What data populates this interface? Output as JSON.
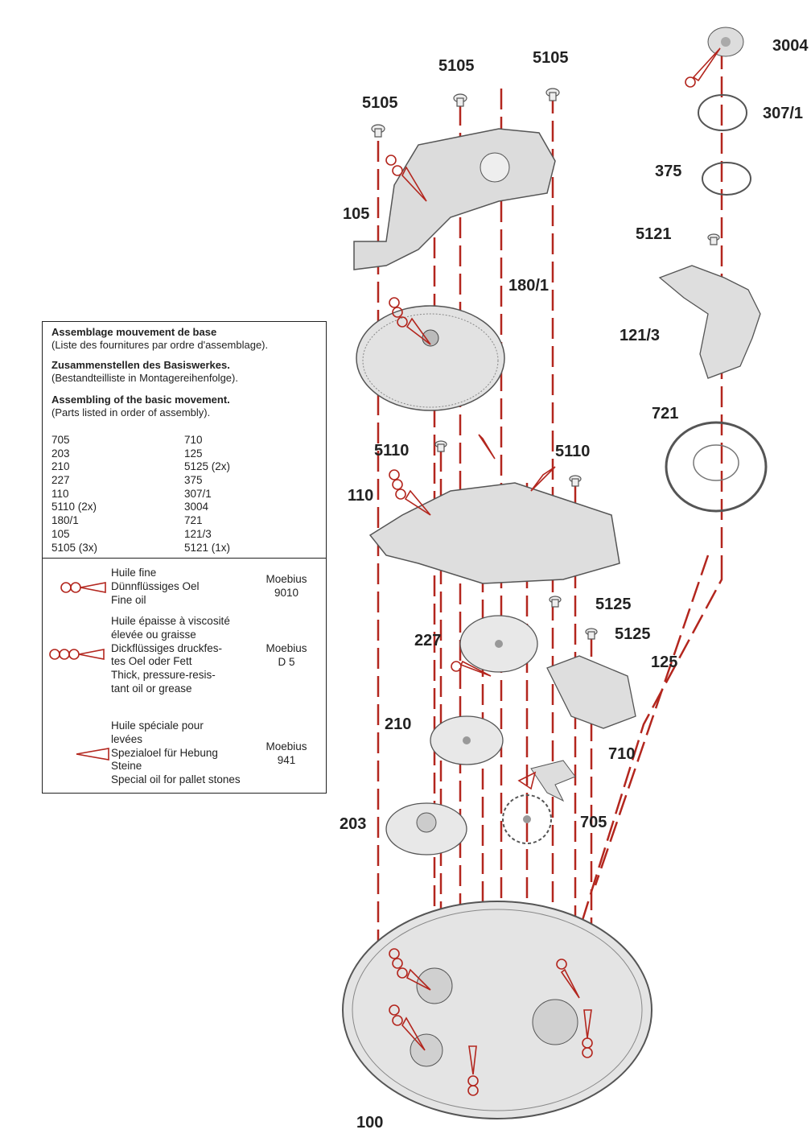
{
  "part_labels": {
    "p3004": "3004",
    "p307_1": "307/1",
    "p375": "375",
    "p5121": "5121",
    "p121_3": "121/3",
    "p721": "721",
    "p5105_a": "5105",
    "p5105_b": "5105",
    "p5105_c": "5105",
    "p105": "105",
    "p180_1": "180/1",
    "p5110_a": "5110",
    "p5110_b": "5110",
    "p110": "110",
    "p5125_a": "5125",
    "p5125_b": "5125",
    "p125": "125",
    "p227": "227",
    "p210": "210",
    "p710": "710",
    "p203": "203",
    "p705": "705",
    "p100": "100"
  },
  "legend": {
    "headings": [
      {
        "title": "Assemblage mouvement de base",
        "sub": "(Liste des fournitures par ordre d'assemblage)."
      },
      {
        "title": "Zusammenstellen des Basiswerkes.",
        "sub": "(Bestandteilliste in Montagereihenfolge)."
      },
      {
        "title": "Assembling of the basic movement.",
        "sub": "(Parts listed in order of assembly)."
      }
    ],
    "parts_col1": [
      "705",
      "203",
      "210",
      "227",
      "110",
      "5110  (2x)",
      "180/1",
      "105",
      "5105  (3x)"
    ],
    "parts_col2": [
      "710",
      "125",
      "5125  (2x)",
      "375",
      "307/1",
      "3004",
      "721",
      "121/3",
      "5121  (1x)"
    ],
    "oils": [
      {
        "symbol": "double-circle-drop",
        "lines": [
          "Huile fine",
          "Dünnflüssiges Oel",
          "Fine oil"
        ],
        "product": [
          "Moebius",
          "9010"
        ]
      },
      {
        "symbol": "triple-circle-drop",
        "lines": [
          "Huile épaisse à viscosité",
          "élevée ou graisse",
          "Dickflüssiges druckfes-",
          "tes Oel oder Fett",
          "Thick, pressure-resis-",
          "tant oil or grease"
        ],
        "product": [
          "Moebius",
          "D 5"
        ]
      },
      {
        "symbol": "triangle",
        "lines": [
          "Huile spéciale pour",
          "levées",
          "Spezialoel für Hebung",
          "Steine",
          "Special oil for pallet stones"
        ],
        "product": [
          "Moebius",
          "941"
        ]
      }
    ]
  },
  "colors": {
    "leader": "#b3261e",
    "ink": "#222222",
    "part_fill": "#d9d9d9",
    "part_stroke": "#555555"
  }
}
